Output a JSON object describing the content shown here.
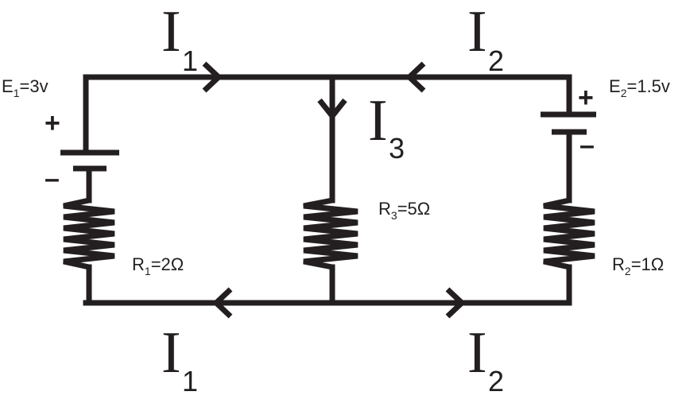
{
  "components": {
    "e1": {
      "label": "E",
      "sub": "1",
      "value": "=3v",
      "plus": "+",
      "minus": "–"
    },
    "e2": {
      "label": "E",
      "sub": "2",
      "value": "=1.5v",
      "plus": "+",
      "minus": "–"
    },
    "r1": {
      "label": "R",
      "sub": "1",
      "value": "=2Ω"
    },
    "r2": {
      "label": "R",
      "sub": "2",
      "value": "=1Ω"
    },
    "r3": {
      "label": "R",
      "sub": "3",
      "value": "=5Ω"
    }
  },
  "currents": {
    "top_left": {
      "label": "I",
      "sub": "1"
    },
    "top_right": {
      "label": "I",
      "sub": "2"
    },
    "middle": {
      "label": "I",
      "sub": "3"
    },
    "bottom_left": {
      "label": "I",
      "sub": "1"
    },
    "bottom_right": {
      "label": "I",
      "sub": "2"
    }
  }
}
